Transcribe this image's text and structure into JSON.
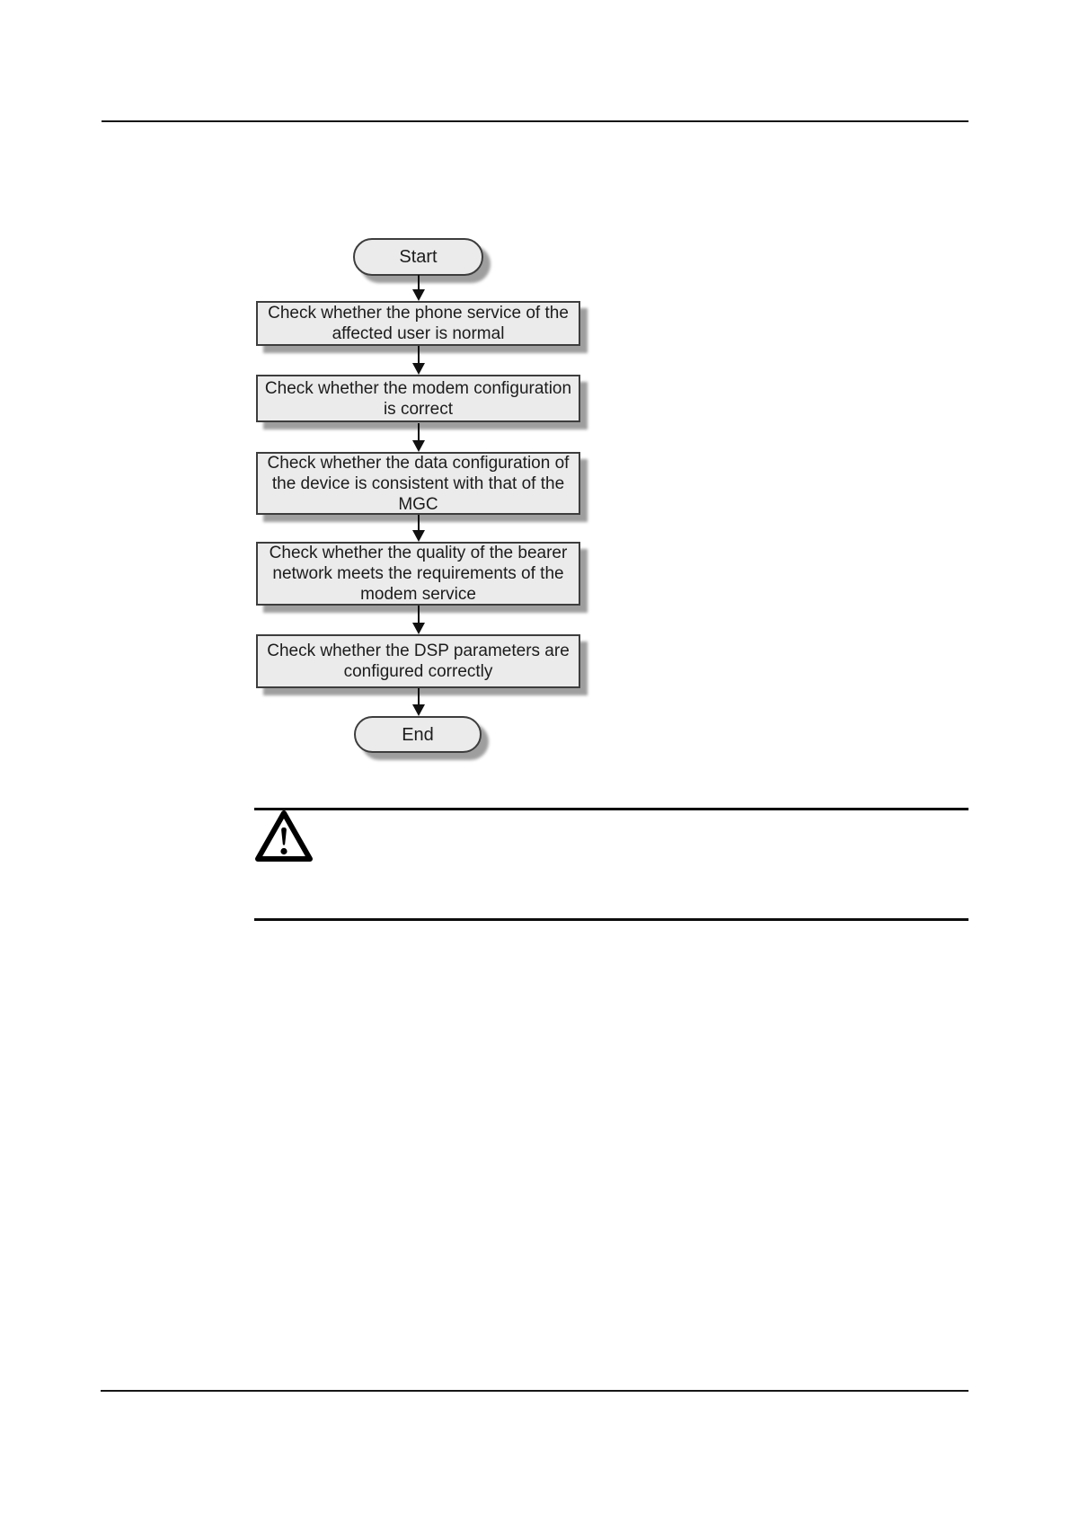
{
  "flowchart": {
    "start_label": "Start",
    "end_label": "End",
    "steps": [
      {
        "label": "Check whether the phone service of the\naffected user is normal"
      },
      {
        "label": "Check whether the modem configuration\nis correct"
      },
      {
        "label": "Check whether the data configuration of\nthe device is consistent with that of the\nMGC"
      },
      {
        "label": "Check whether the quality of the bearer\nnetwork meets the requirements of the\nmodem service"
      },
      {
        "label": "Check whether the DSP parameters are\nconfigured correctly"
      }
    ]
  },
  "caution": {
    "icon": "warning-triangle"
  },
  "colors": {
    "node_fill": "#ebebeb",
    "node_border": "#3d3d3d",
    "shadow": "#9b9b9b",
    "rule": "#161616",
    "text": "#1c1c1c",
    "page_background": "#ffffff"
  }
}
